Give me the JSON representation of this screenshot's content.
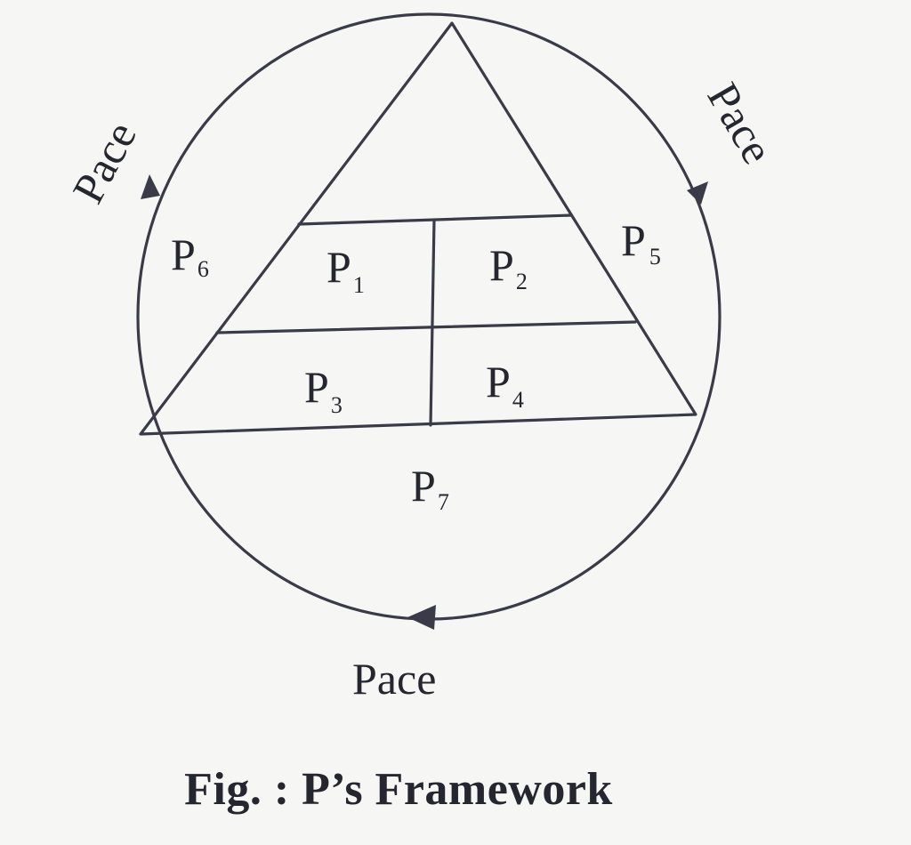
{
  "regions": {
    "p1": {
      "letter": "P",
      "sub": "1"
    },
    "p2": {
      "letter": "P",
      "sub": "2"
    },
    "p3": {
      "letter": "P",
      "sub": "3"
    },
    "p4": {
      "letter": "P",
      "sub": "4"
    },
    "p5": {
      "letter": "P",
      "sub": "5"
    },
    "p6": {
      "letter": "P",
      "sub": "6"
    },
    "p7": {
      "letter": "P",
      "sub": "7"
    }
  },
  "pace_labels": {
    "left": "Pace",
    "right": "Pace",
    "bottom": "Pace"
  },
  "caption": "Fig. : P’s Framework"
}
